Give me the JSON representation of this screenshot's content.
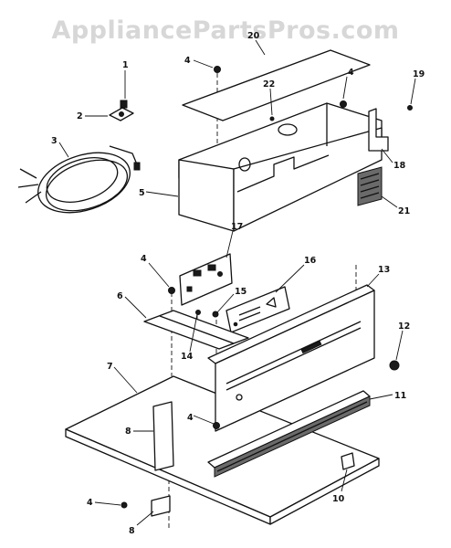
{
  "watermark": "AppliancePartsPros.com",
  "callouts": [
    {
      "id": "c1",
      "text": "1"
    },
    {
      "id": "c2",
      "text": "2"
    },
    {
      "id": "c3",
      "text": "3"
    },
    {
      "id": "c4a",
      "text": "4"
    },
    {
      "id": "c4b",
      "text": "4"
    },
    {
      "id": "c4c",
      "text": "4"
    },
    {
      "id": "c4d",
      "text": "4"
    },
    {
      "id": "c4e",
      "text": "4"
    },
    {
      "id": "c5",
      "text": "5"
    },
    {
      "id": "c6",
      "text": "6"
    },
    {
      "id": "c7",
      "text": "7"
    },
    {
      "id": "c8a",
      "text": "8"
    },
    {
      "id": "c8b",
      "text": "8"
    },
    {
      "id": "c11",
      "text": "11"
    },
    {
      "id": "c12",
      "text": "12"
    },
    {
      "id": "c13",
      "text": "13"
    },
    {
      "id": "c14",
      "text": "14"
    },
    {
      "id": "c15",
      "text": "15"
    },
    {
      "id": "c16",
      "text": "16"
    },
    {
      "id": "c17",
      "text": "17"
    },
    {
      "id": "c18",
      "text": "18"
    },
    {
      "id": "c19",
      "text": "19"
    },
    {
      "id": "c20",
      "text": "20"
    },
    {
      "id": "c21",
      "text": "21"
    },
    {
      "id": "c22",
      "text": "22"
    },
    {
      "id": "c10",
      "text": "10"
    }
  ]
}
